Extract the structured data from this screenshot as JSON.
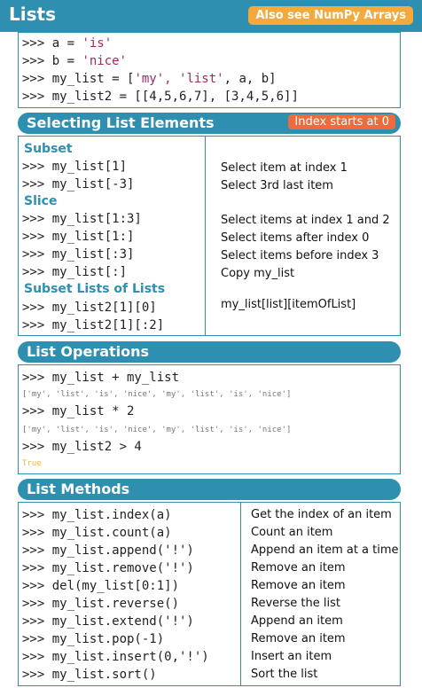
{
  "header": {
    "title": "Lists",
    "badge": "Also see NumPy Arrays"
  },
  "intro": {
    "lines": [
      {
        "prompt": ">>> ",
        "code": "a = ",
        "str": "'is'",
        "rest": ""
      },
      {
        "prompt": ">>> ",
        "code": "b = ",
        "str": "'nice'",
        "rest": ""
      },
      {
        "prompt": ">>> ",
        "code": "my_list = [",
        "str": "'my', 'list'",
        "rest": ", a, b]"
      },
      {
        "prompt": ">>> ",
        "code": "my_list2 = [[4,5,6,7], [3,4,5,6]]",
        "str": "",
        "rest": ""
      }
    ]
  },
  "selecting": {
    "title": "Selecting List Elements",
    "badge": "Index starts at 0",
    "subset_label": "Subset",
    "slice_label": "Slice",
    "sublists_label": "Subset Lists of Lists",
    "subset": [
      {
        "code": ">>> my_list[1]",
        "desc": "Select item at index 1"
      },
      {
        "code": ">>> my_list[-3]",
        "desc": "Select 3rd last item"
      }
    ],
    "slice": [
      {
        "code": ">>> my_list[1:3]",
        "desc": "Select items at index 1 and 2"
      },
      {
        "code": ">>> my_list[1:]",
        "desc": "Select items after index 0"
      },
      {
        "code": ">>> my_list[:3]",
        "desc": "Select items before index 3"
      },
      {
        "code": ">>> my_list[:]",
        "desc": "Copy my_list"
      }
    ],
    "sublists": [
      {
        "code": ">>> my_list2[1][0]",
        "desc": "my_list[list][itemOfList]"
      },
      {
        "code": ">>> my_list2[1][:2]",
        "desc": ""
      }
    ]
  },
  "operations": {
    "title": "List Operations",
    "line1": ">>> my_list + my_list",
    "out1": "['my', 'list', 'is', 'nice', 'my', 'list', 'is', 'nice']",
    "line2": ">>> my_list * 2",
    "out2": "['my', 'list', 'is', 'nice', 'my', 'list', 'is', 'nice']",
    "line3": ">>> my_list2 > 4",
    "out3": "True"
  },
  "methods": {
    "title": "List Methods",
    "items": [
      {
        "code": ">>> my_list.index(a)",
        "desc": "Get the index of an item"
      },
      {
        "code": ">>> my_list.count(a)",
        "desc": "Count an item"
      },
      {
        "code": ">>> my_list.append('!')",
        "desc": "Append an item at a time"
      },
      {
        "code": ">>> my_list.remove('!')",
        "desc": "Remove an item"
      },
      {
        "code": ">>> del(my_list[0:1])",
        "desc": "Remove an item"
      },
      {
        "code": ">>> my_list.reverse()",
        "desc": "Reverse the list"
      },
      {
        "code": ">>> my_list.extend('!')",
        "desc": "Append an item"
      },
      {
        "code": ">>> my_list.pop(-1)",
        "desc": "Remove an item"
      },
      {
        "code": ">>> my_list.insert(0,'!')",
        "desc": "Insert an item"
      },
      {
        "code": ">>> my_list.sort()",
        "desc": "Sort the list"
      }
    ]
  }
}
